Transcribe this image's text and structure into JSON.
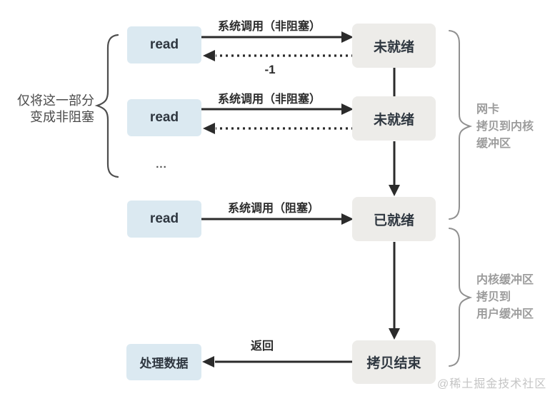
{
  "colors": {
    "read-box-bg": "#dbe9f1",
    "state-box-bg": "#edece9",
    "box-text": "#2f3740",
    "arrow-ink": "#2b2b2b",
    "side-note-ink": "#4b4b4b",
    "brace-ink": "#9c9c9c",
    "left-brace-ink": "#4d4d4d",
    "right-brace-ink": "#909090",
    "watermark-ink": "#c5c5c5"
  },
  "side_note": {
    "line1": "仅将这一部分",
    "line2": "变成非阻塞"
  },
  "boxes": {
    "read1": "read",
    "read2": "read",
    "read3": "read",
    "process": "处理数据",
    "not_ready1": "未就绪",
    "not_ready2": "未就绪",
    "ready": "已就绪",
    "copy_done": "拷贝结束"
  },
  "ellipsis": "...",
  "arrow_labels": {
    "nonblocking1": "系统调用（非阻塞）",
    "minus_one": "-1",
    "nonblocking2": "系统调用（非阻塞）",
    "blocking": "系统调用（阻塞）",
    "return_label": "返回"
  },
  "brace_labels": {
    "nic_to_kernel": {
      "line1": "网卡",
      "line2": "拷贝到内核",
      "line3": "缓冲区"
    },
    "kernel_to_user": {
      "line1": "内核缓冲区",
      "line2": "拷贝到",
      "line3": "用户缓冲区"
    }
  },
  "watermark": "@稀土掘金技术社区"
}
